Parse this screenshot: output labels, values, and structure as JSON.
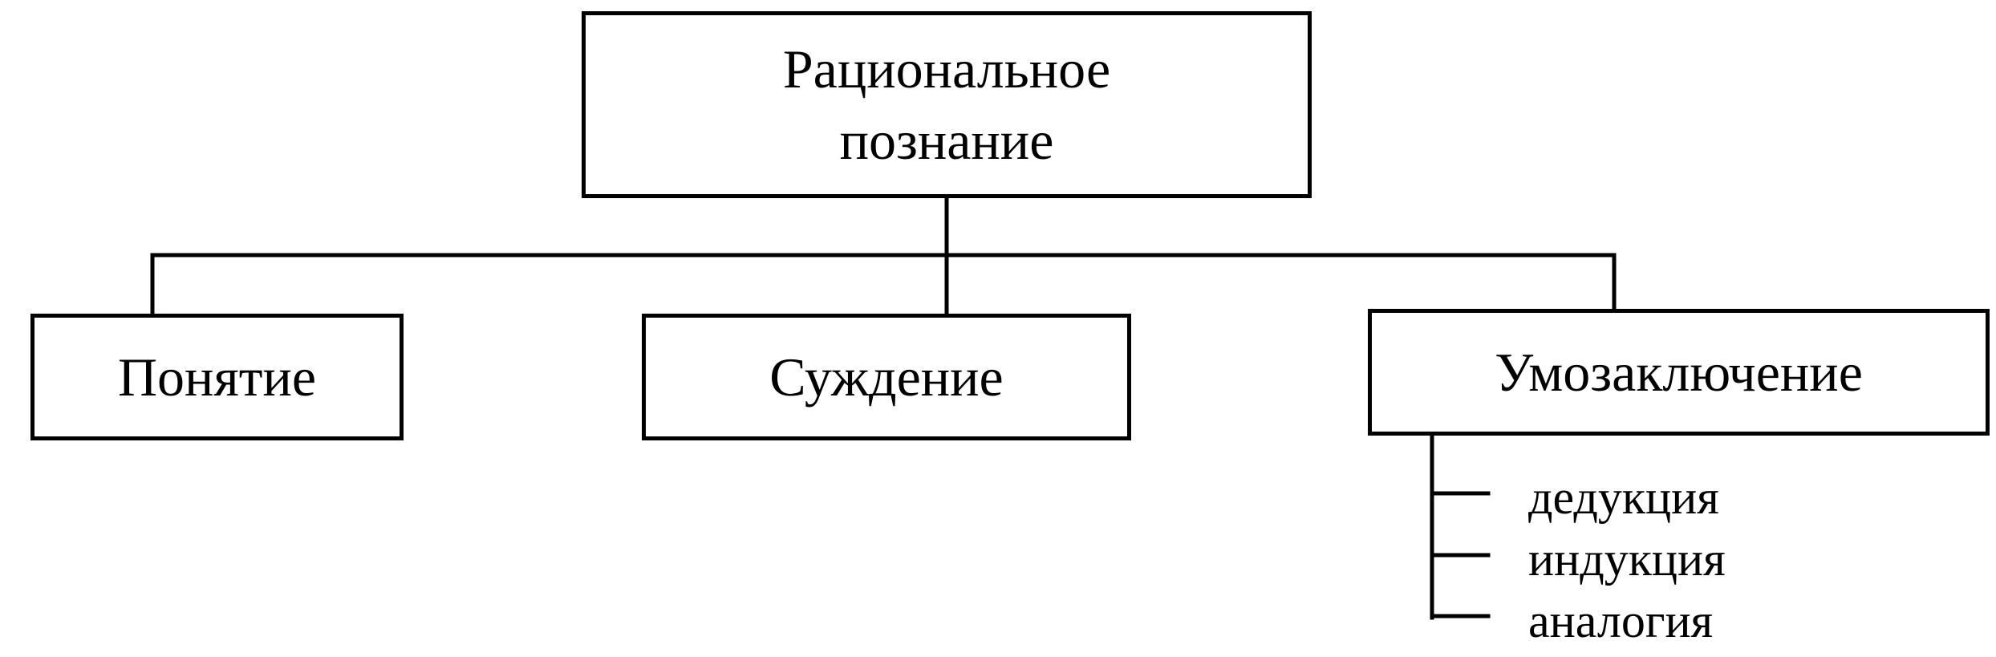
{
  "diagram": {
    "root": {
      "label": "Рациональное\nпознание"
    },
    "children": [
      {
        "label": "Понятие"
      },
      {
        "label": "Суждение"
      },
      {
        "label": "Умозаключение"
      }
    ],
    "sub_items": [
      {
        "label": "дедукция"
      },
      {
        "label": "индукция"
      },
      {
        "label": "аналогия"
      }
    ]
  }
}
